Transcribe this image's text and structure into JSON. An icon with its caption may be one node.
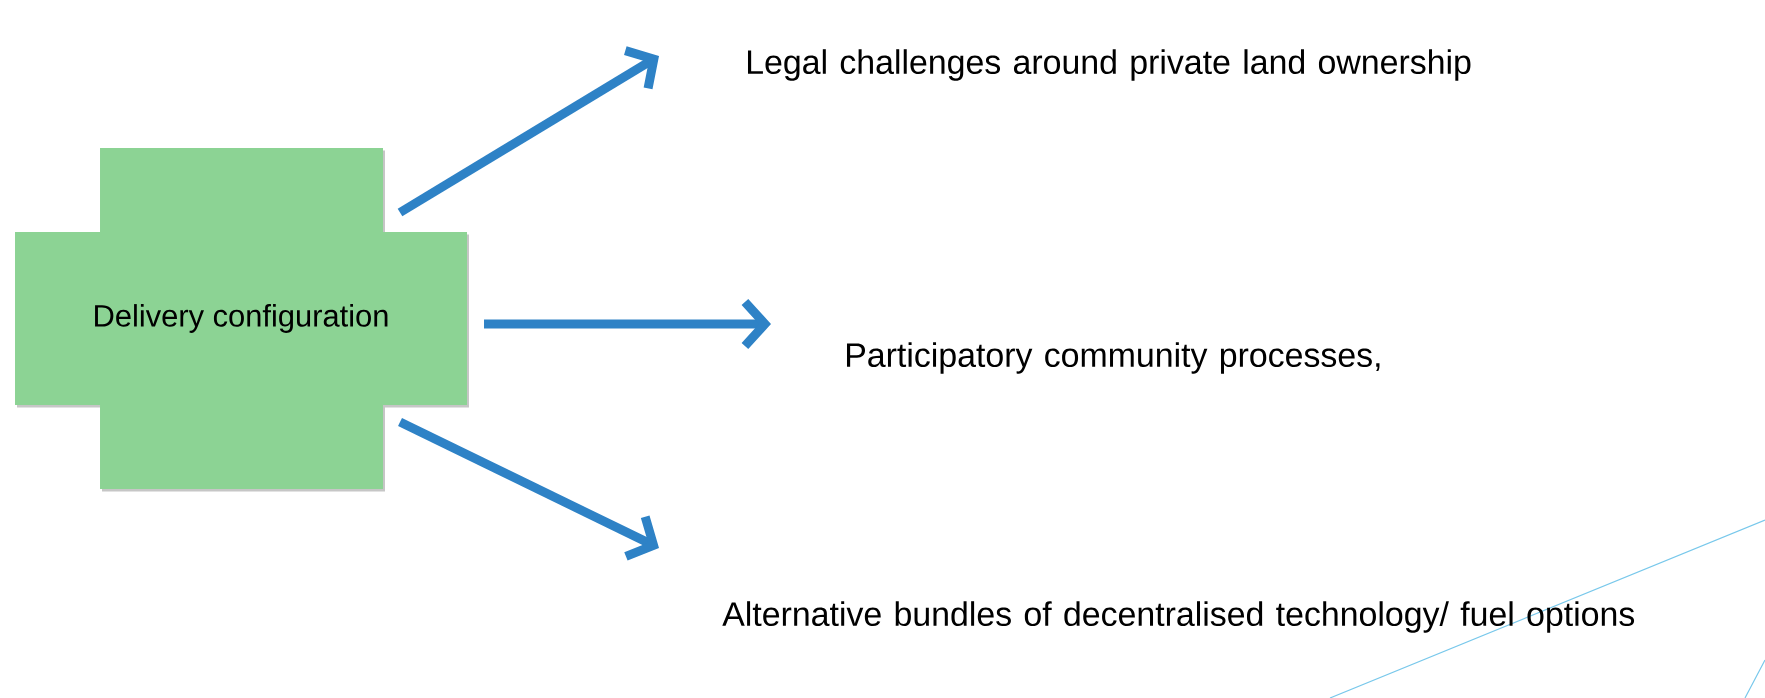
{
  "diagram": {
    "nodes": [
      {
        "text": [
          "Delivery configuration"
        ]
      },
      {
        "text": [
          "Legal challenges around private land ownership"
        ]
      },
      {
        "text": [
          "Participatory community processes,"
        ]
      },
      {
        "text": [
          "Alternative bundles of decentralised technology/ fuel options"
        ]
      }
    ],
    "edges": [
      {
        "from": 0,
        "to": 1,
        "arrow": "to"
      },
      {
        "from": 0,
        "to": 2,
        "arrow": "to"
      },
      {
        "from": 0,
        "to": 3,
        "arrow": "to"
      }
    ]
  }
}
